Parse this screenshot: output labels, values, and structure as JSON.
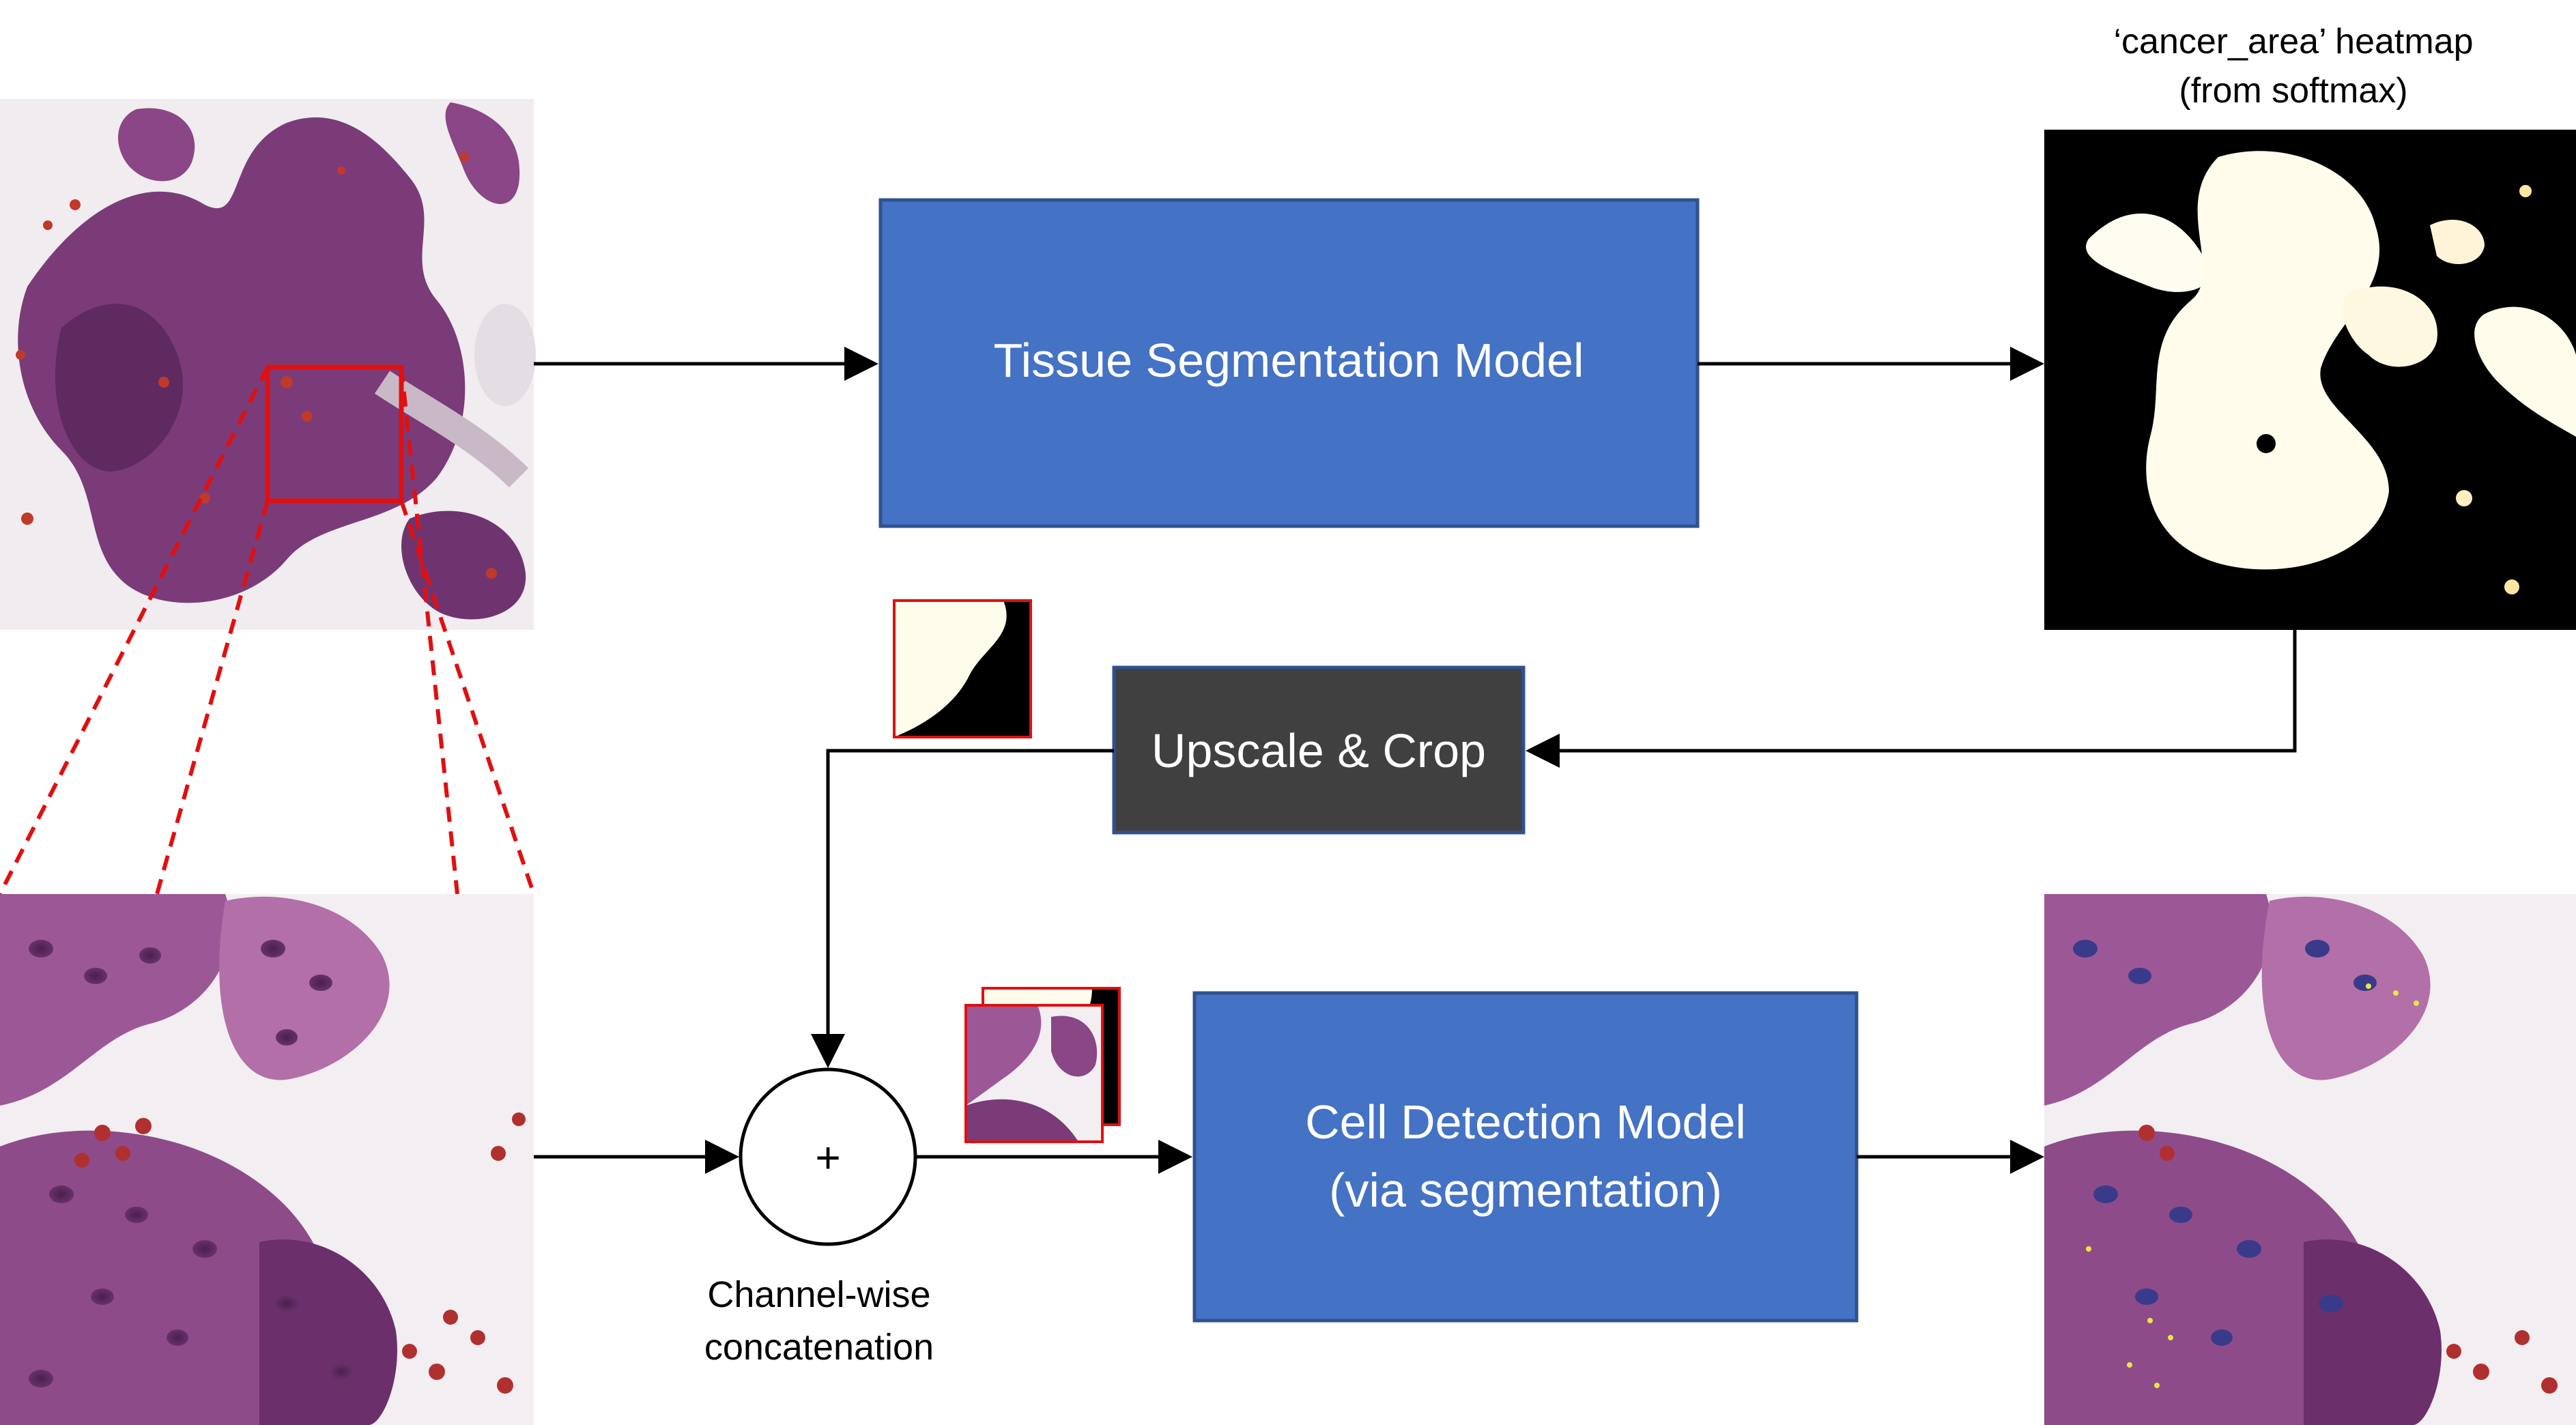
{
  "heatmap_label": {
    "line1": "‘cancer_area’ heatmap",
    "line2": "(from softmax)"
  },
  "boxes": {
    "tissue_model": "Tissue Segmentation Model",
    "upscale_crop": "Upscale & Crop",
    "cell_model_line1": "Cell Detection Model",
    "cell_model_line2": "(via segmentation)"
  },
  "concat": {
    "symbol": "+",
    "caption_line1": "Channel-wise",
    "caption_line2": "concatenation"
  },
  "colors": {
    "model_box": "#4472C4",
    "model_box_border": "#2F528F",
    "crop_box": "#404040",
    "highlight_red": "#E01010",
    "tissue_purple": "#7B3A78",
    "tissue_pink": "#C98BB5",
    "tissue_bg": "#F3EEF1"
  }
}
